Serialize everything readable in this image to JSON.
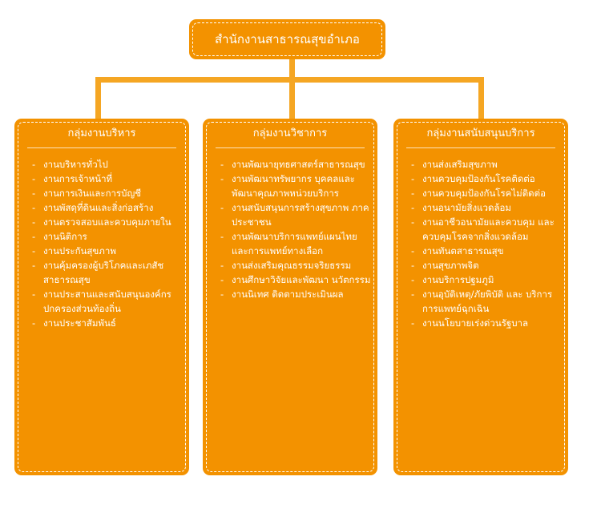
{
  "root": {
    "title": "สำนักงานสาธารณสุขอำเภอ"
  },
  "columns": [
    {
      "title": "กลุ่มงานบริหาร",
      "items": [
        "งานบริหารทั่วไป",
        "งานการเจ้าหน้าที่",
        "งานการเงินและการบัญชี",
        "งานพัสดุที่ดินและสิ่งก่อสร้าง",
        "งานตรวจสอบและควบคุมภายใน",
        "งานนิติการ",
        "งานประกันสุขภาพ",
        "งานคุ้มครองผู้บริโภคและเภสัช สาธารณสุข",
        "งานประสานและสนับสนุนองค์กร ปกครองส่วนท้องถิ่น",
        "งานประชาสัมพันธ์"
      ]
    },
    {
      "title": "กลุ่มงานวิชาการ",
      "items": [
        "งานพัฒนายุทธศาสตร์สาธารณสุข",
        "งานพัฒนาทรัพยากร บุคคลและ พัฒนาคุณภาพหน่วยบริการ",
        "งานสนับสนุนการสร้างสุขภาพ ภาคประชาชน",
        "งานพัฒนาบริการแพทย์แผนไทย และการแพทย์ทางเลือก",
        "งานส่งเสริมคุณธรรมจริยธรรม",
        "งานศึกษาวิจัยและพัฒนา นวัตกรรม",
        "งานนิเทศ ติดตามประเมินผล"
      ]
    },
    {
      "title": "กลุ่มงานสนับสนุนบริการ",
      "items": [
        "งานส่งเสริมสุขภาพ",
        "งานควบคุมป้องกันโรคติดต่อ",
        "งานควบคุมป้องกันโรคไม่ติดต่อ",
        "งานอนามัยสิ่งแวดล้อม",
        "งานอาชีวอนามัยและควบคุม และควบคุมโรคจากสิ่งแวดล้อม",
        "งานทันตสาธารณสุข",
        "งานสุขภาพจิต",
        "งานบริการปฐมภูมิ",
        "งานอุบัติเหตุ/ภัยพิบัติ และ บริการการแพทย์ฉุกเฉิน",
        "งานนโยบายเร่งด่วนรัฐบาล"
      ]
    }
  ],
  "colors": {
    "box": "#f39200",
    "connector": "#f5a623",
    "text": "#ffffff"
  }
}
